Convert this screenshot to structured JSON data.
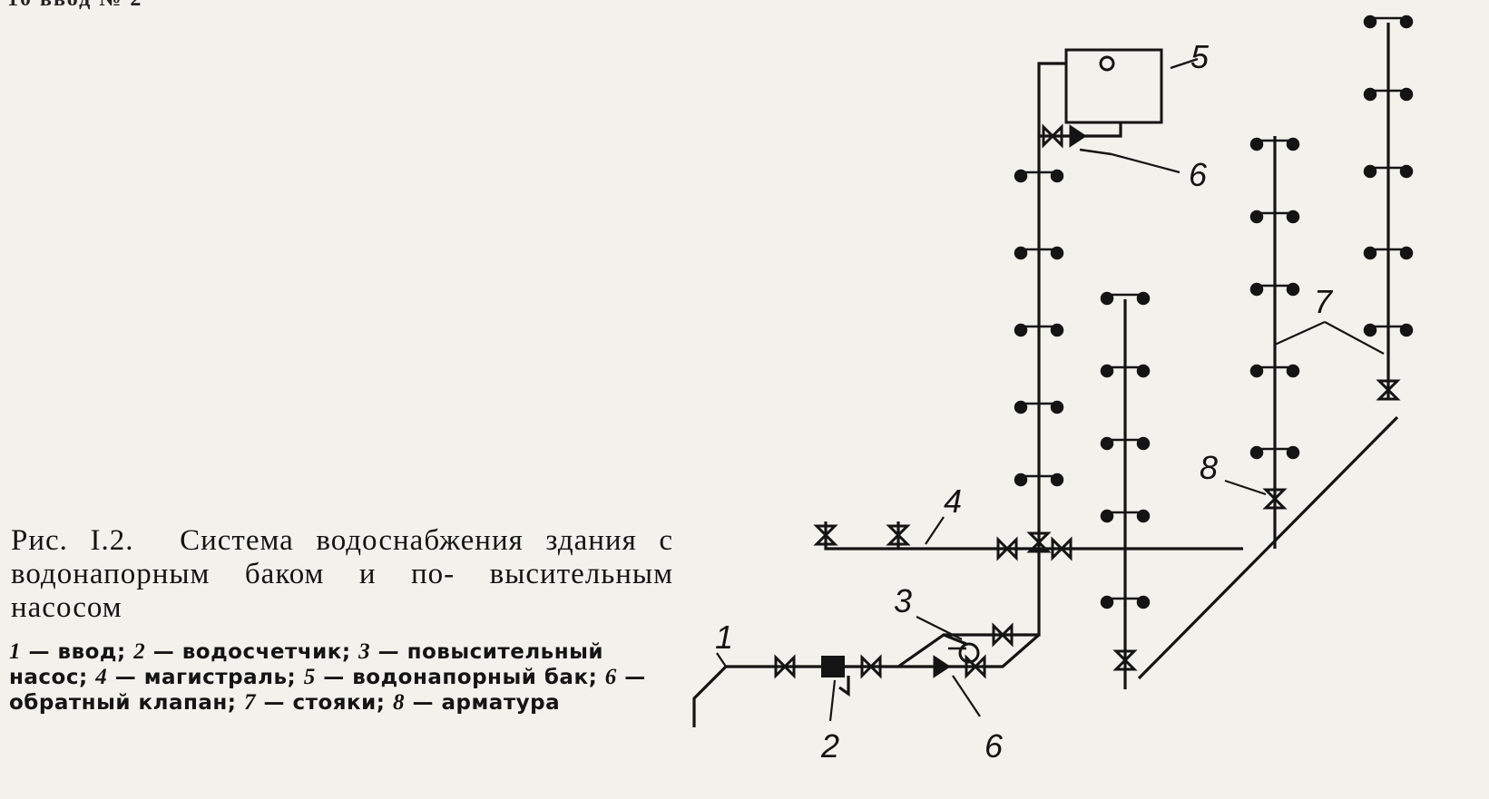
{
  "header_fragment": "10 ввод № 2",
  "caption": {
    "figure_number": "Рис. I.2.",
    "title_lines": [
      "Система водоснабжения здания с водонапорным баком и по-",
      "высительным насосом"
    ],
    "legend": [
      {
        "num": "1",
        "text": "ввод"
      },
      {
        "num": "2",
        "text": "водосчетчик"
      },
      {
        "num": "3",
        "text": "повысительный насос"
      },
      {
        "num": "4",
        "text": "магистраль"
      },
      {
        "num": "5",
        "text": "водонапорный бак"
      },
      {
        "num": "6",
        "text": "обратный клапан"
      },
      {
        "num": "7",
        "text": "стояки"
      },
      {
        "num": "8",
        "text": "арматура"
      }
    ]
  },
  "labels": {
    "inlet": "1",
    "meter": "2",
    "pump": "3",
    "main": "4",
    "tank": "5",
    "check_valve_top": "6",
    "check_valve_bottom": "6",
    "risers": "7",
    "fittings": "8"
  },
  "colors": {
    "ink": "#141414",
    "paper": "#f2f1ec"
  }
}
